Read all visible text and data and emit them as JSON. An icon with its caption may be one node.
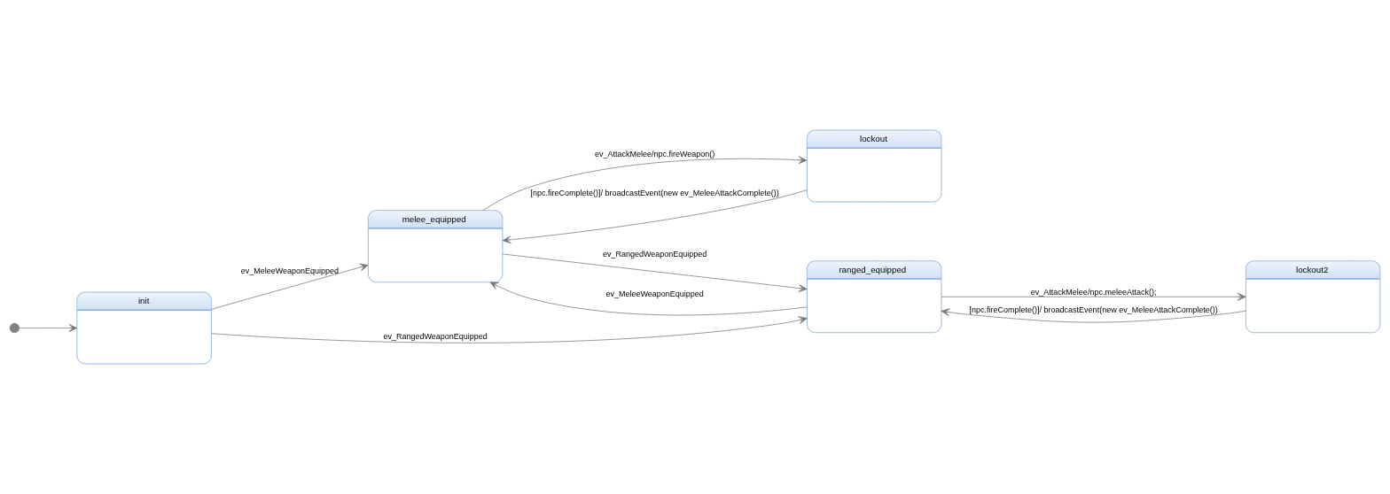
{
  "diagram": {
    "nodes": [
      {
        "text": [],
        "shape": "circle"
      },
      {
        "text": [
          "init"
        ]
      },
      {
        "text": [
          "melee_equipped"
        ]
      },
      {
        "text": [
          "lockout"
        ]
      },
      {
        "text": [
          "ranged_equipped"
        ]
      },
      {
        "text": [
          "lockout2"
        ]
      }
    ],
    "edges": [
      {
        "from": 0,
        "to": 1,
        "arrow": "to"
      },
      {
        "from": 1,
        "to": 2,
        "arrow": "to",
        "label": "ev_MeleeWeaponEquipped"
      },
      {
        "from": 1,
        "to": 4,
        "arrow": "to",
        "label": "ev_RangedWeaponEquipped"
      },
      {
        "from": 2,
        "to": 3,
        "arrow": "to",
        "label": "ev_AttackMelee/npc.fireWeapon()"
      },
      {
        "from": 3,
        "to": 2,
        "arrow": "to",
        "label": "[npc.fireComplete()]/ broadcastEvent(new ev_MeleeAttackComplete())"
      },
      {
        "from": 4,
        "to": 2,
        "arrow": "to",
        "label": "ev_MeleeWeaponEquipped"
      },
      {
        "from": 2,
        "to": 4,
        "arrow": "to",
        "label": "ev_RangedWeaponEquipped"
      },
      {
        "from": 4,
        "to": 5,
        "arrow": "to",
        "label": "ev_AttackMelee/npc.meleeAttack();"
      },
      {
        "from": 5,
        "to": 4,
        "arrow": "to",
        "label": "[npc.fireComplete()]/ broadcastEvent(new ev_MeleeAttackComplete())"
      }
    ]
  }
}
